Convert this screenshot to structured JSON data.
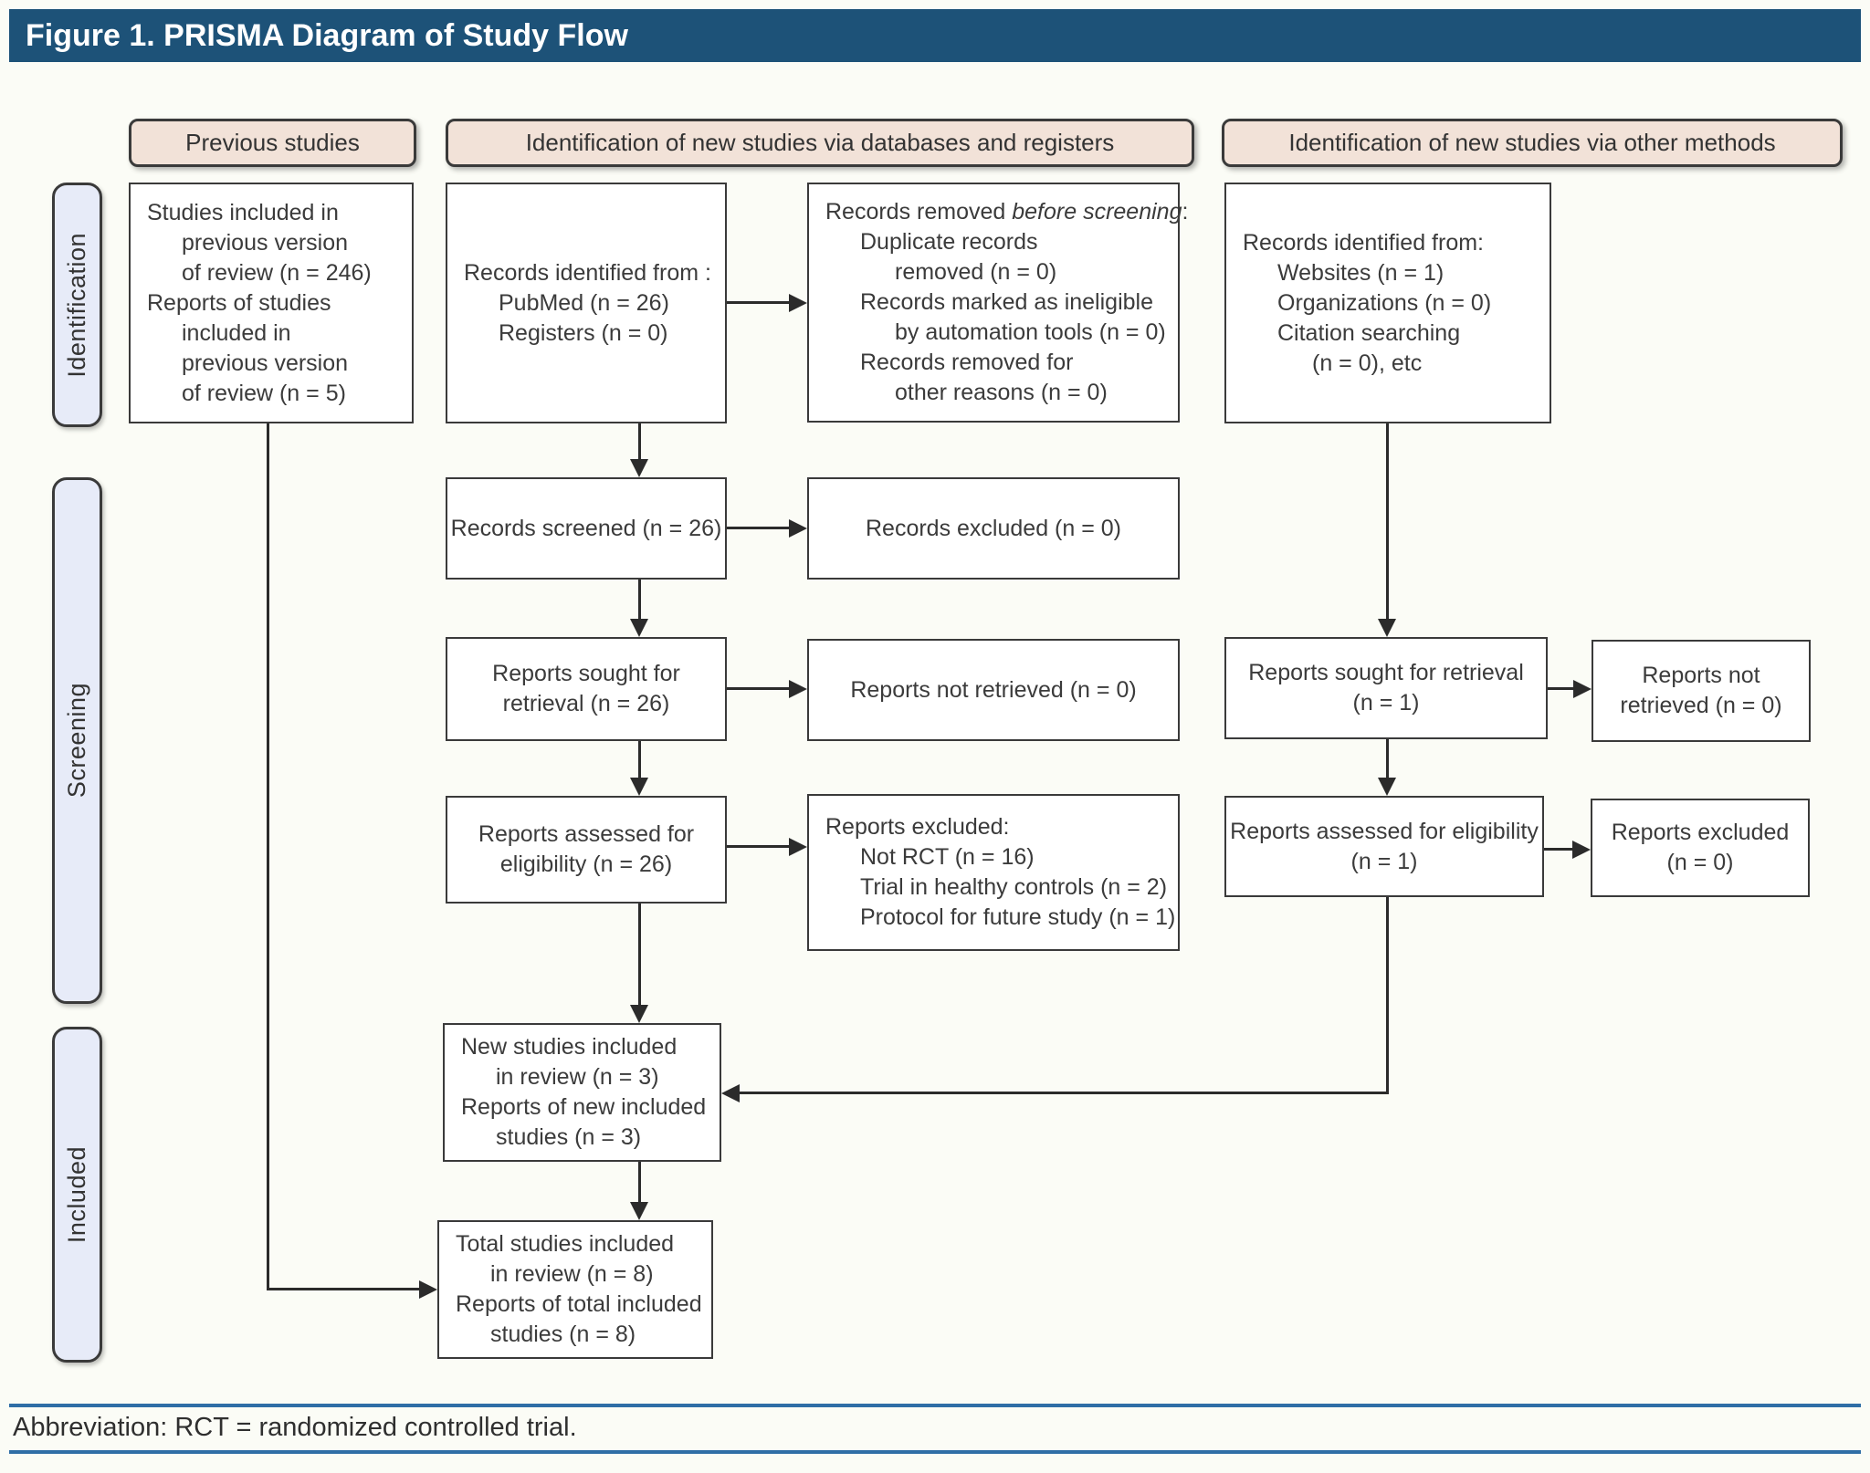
{
  "header": {
    "title": "Figure 1. PRISMA Diagram of Study Flow"
  },
  "column_headers": {
    "previous": "Previous studies",
    "databases": "Identification of new studies via databases and registers",
    "other": "Identification of new studies via other methods"
  },
  "stage_labels": {
    "identification": "Identification",
    "screening": "Screening",
    "included": "Included"
  },
  "boxes": {
    "previous_studies": {
      "lines": [
        "Studies included in",
        "previous version",
        "of review (n = 246)",
        "Reports of studies",
        "included in",
        "previous version",
        "of review (n = 5)"
      ]
    },
    "records_identified_db": {
      "lines": [
        "Records identified from :",
        "PubMed (n = 26)",
        "Registers (n = 0)"
      ]
    },
    "records_removed": {
      "pre": "Records removed ",
      "italic": "before screening",
      "post": ":",
      "lines": [
        "Duplicate records",
        "removed (n = 0)",
        "Records marked as ineligible",
        "by automation tools (n = 0)",
        "Records removed for",
        "other reasons (n = 0)"
      ]
    },
    "records_identified_other": {
      "lines": [
        "Records identified from:",
        "Websites (n = 1)",
        "Organizations (n = 0)",
        "Citation searching",
        "(n = 0), etc"
      ]
    },
    "records_screened": {
      "text": "Records screened (n = 26)"
    },
    "records_excluded": {
      "text": "Records excluded (n = 0)"
    },
    "reports_sought_db": {
      "lines": [
        "Reports sought for",
        "retrieval (n = 26)"
      ]
    },
    "reports_not_retrieved_db": {
      "text": "Reports not retrieved (n = 0)"
    },
    "reports_assessed_db": {
      "lines": [
        "Reports assessed for",
        "eligibility (n = 26)"
      ]
    },
    "reports_excluded_db": {
      "lines": [
        "Reports excluded:",
        "Not RCT (n = 16)",
        "Trial in healthy controls (n = 2)",
        "Protocol for future study (n = 1)"
      ]
    },
    "reports_sought_other": {
      "lines": [
        "Reports sought for retrieval",
        "(n = 1)"
      ]
    },
    "reports_not_retrieved_other": {
      "lines": [
        "Reports not",
        "retrieved (n = 0)"
      ]
    },
    "reports_assessed_other": {
      "lines": [
        "Reports assessed for eligibility",
        "(n = 1)"
      ]
    },
    "reports_excluded_other": {
      "lines": [
        "Reports excluded",
        "(n = 0)"
      ]
    },
    "new_studies": {
      "lines": [
        "New studies included",
        "in review (n = 3)",
        "Reports of new included",
        "studies (n = 3)"
      ]
    },
    "total_studies": {
      "lines": [
        "Total studies included",
        "in review (n = 8)",
        "Reports of total included",
        "studies (n = 8)"
      ]
    }
  },
  "footer": {
    "abbreviation": "Abbreviation: RCT = randomized controlled trial."
  },
  "colors": {
    "header_bar": "#1d5278",
    "pink_header": "#f2e2d8",
    "stage_label": "#e7ebf8",
    "box_border": "#3a3a3a",
    "text_color": "#3b3b3b",
    "arrow": "#2b2b2b",
    "rule_blue": "#2f6ea6",
    "background": "#fbfcf6"
  }
}
